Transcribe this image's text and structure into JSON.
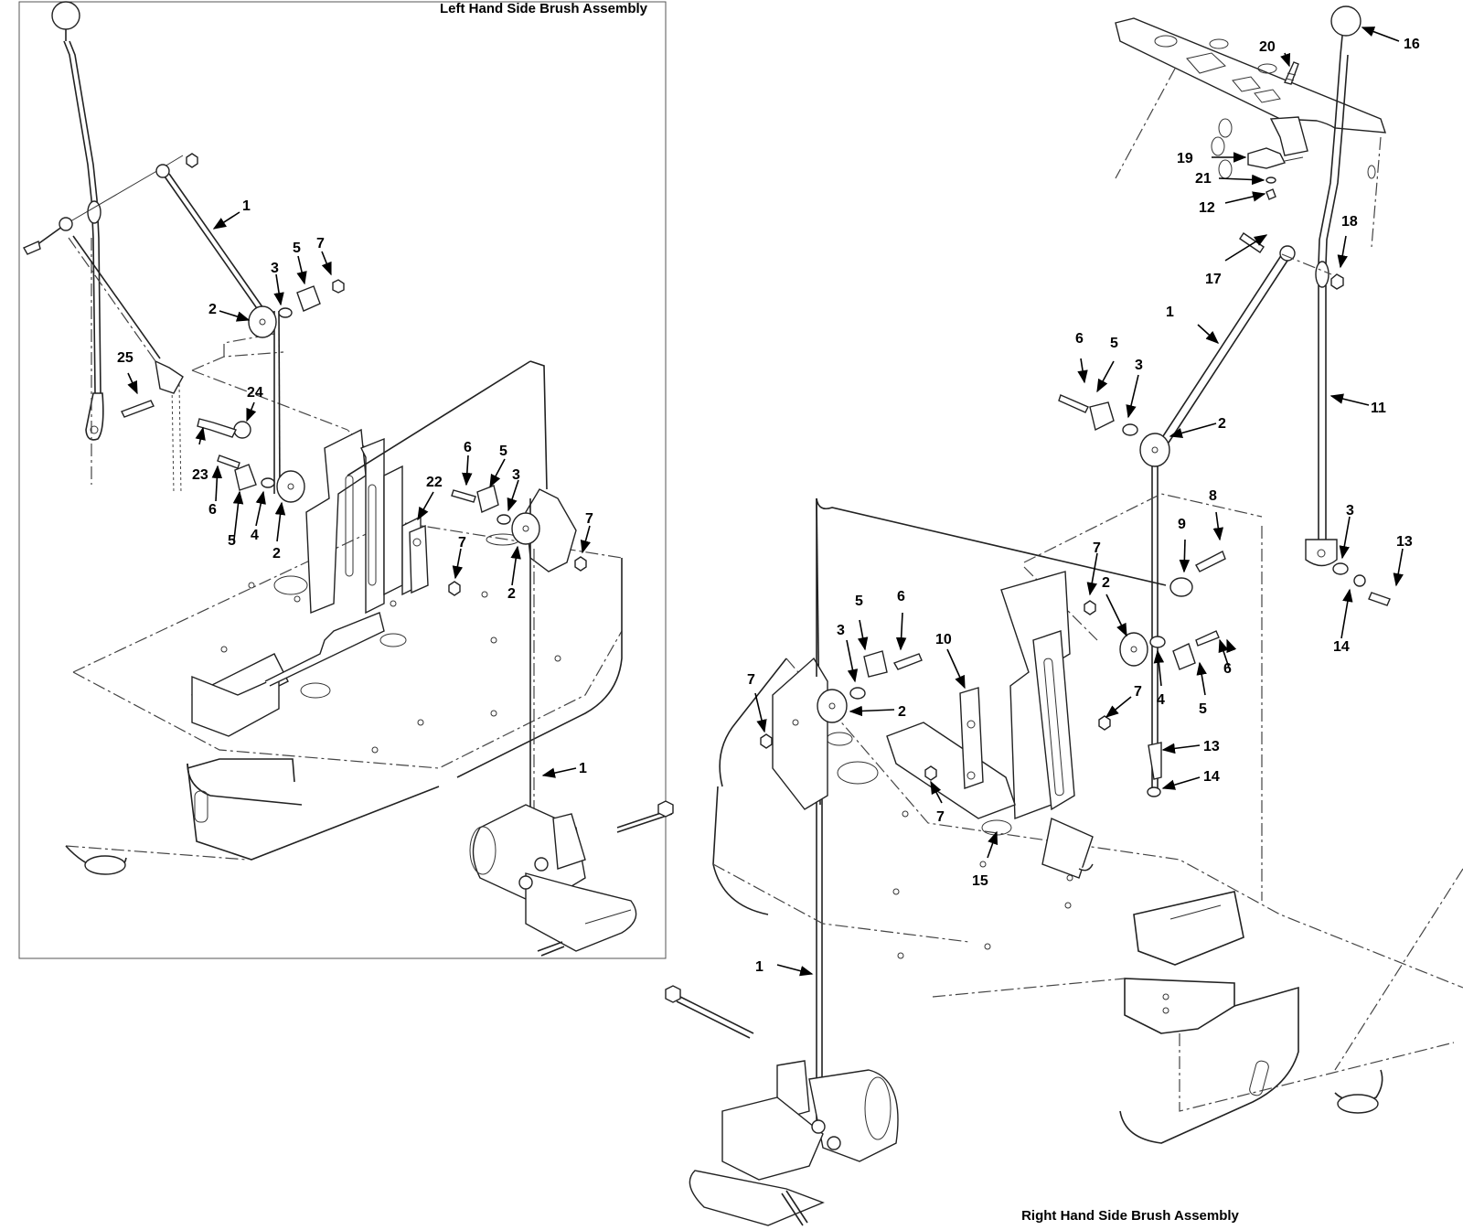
{
  "titles": {
    "left": "Left Hand Side Brush Assembly",
    "right": "Right Hand Side Brush Assembly"
  },
  "callouts": {
    "left": [
      {
        "id": "l1a",
        "label": "1"
      },
      {
        "id": "l2a",
        "label": "2"
      },
      {
        "id": "l3a",
        "label": "3"
      },
      {
        "id": "l5a",
        "label": "5"
      },
      {
        "id": "l7a",
        "label": "7"
      },
      {
        "id": "l25",
        "label": "25"
      },
      {
        "id": "l24",
        "label": "24"
      },
      {
        "id": "l23",
        "label": "23"
      },
      {
        "id": "l6a",
        "label": "6"
      },
      {
        "id": "l5b",
        "label": "5"
      },
      {
        "id": "l4",
        "label": "4"
      },
      {
        "id": "l2b",
        "label": "2"
      },
      {
        "id": "l22",
        "label": "22"
      },
      {
        "id": "l6b",
        "label": "6"
      },
      {
        "id": "l5c",
        "label": "5"
      },
      {
        "id": "l3b",
        "label": "3"
      },
      {
        "id": "l2c",
        "label": "2"
      },
      {
        "id": "l7b",
        "label": "7"
      },
      {
        "id": "l7c",
        "label": "7"
      },
      {
        "id": "l1b",
        "label": "1"
      }
    ],
    "right": [
      {
        "id": "r16",
        "label": "16"
      },
      {
        "id": "r20",
        "label": "20"
      },
      {
        "id": "r19",
        "label": "19"
      },
      {
        "id": "r21",
        "label": "21"
      },
      {
        "id": "r12",
        "label": "12"
      },
      {
        "id": "r18",
        "label": "18"
      },
      {
        "id": "r17",
        "label": "17"
      },
      {
        "id": "r1a",
        "label": "1"
      },
      {
        "id": "r6a",
        "label": "6"
      },
      {
        "id": "r5a",
        "label": "5"
      },
      {
        "id": "r3a",
        "label": "3"
      },
      {
        "id": "r2a",
        "label": "2"
      },
      {
        "id": "r11",
        "label": "11"
      },
      {
        "id": "r8",
        "label": "8"
      },
      {
        "id": "r9",
        "label": "9"
      },
      {
        "id": "r3b",
        "label": "3"
      },
      {
        "id": "r13a",
        "label": "13"
      },
      {
        "id": "r14a",
        "label": "14"
      },
      {
        "id": "r7a",
        "label": "7"
      },
      {
        "id": "r2b",
        "label": "2"
      },
      {
        "id": "r6b",
        "label": "6"
      },
      {
        "id": "r4",
        "label": "4"
      },
      {
        "id": "r5b",
        "label": "5"
      },
      {
        "id": "r5c",
        "label": "5"
      },
      {
        "id": "r6c",
        "label": "6"
      },
      {
        "id": "r3c",
        "label": "3"
      },
      {
        "id": "r2c",
        "label": "2"
      },
      {
        "id": "r10",
        "label": "10"
      },
      {
        "id": "r7b",
        "label": "7"
      },
      {
        "id": "r7c",
        "label": "7"
      },
      {
        "id": "r7d",
        "label": "7"
      },
      {
        "id": "r13b",
        "label": "13"
      },
      {
        "id": "r14b",
        "label": "14"
      },
      {
        "id": "r15",
        "label": "15"
      },
      {
        "id": "r1b",
        "label": "1"
      }
    ]
  }
}
